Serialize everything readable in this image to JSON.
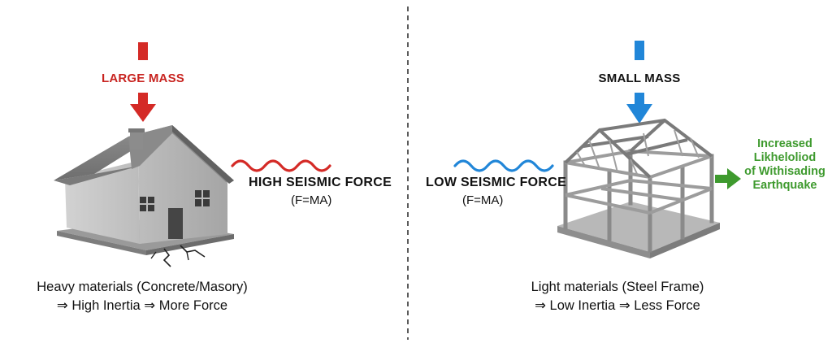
{
  "left": {
    "mass_label": "LARGE MASS",
    "force_title": "HIGH SEISMIC FORCE",
    "force_formula": "(F=MA)",
    "caption_line1": "Heavy materials (Concrete/Masory)",
    "caption_line2": "⇒ High Inertia ⇒ More Force",
    "arrow_color": "#d42a26",
    "wave_color": "#d42a26",
    "icon": "house-icon"
  },
  "right": {
    "mass_label": "SMALL MASS",
    "force_title": "LOW SEISMIC FORCE",
    "force_formula": "(F=MA)",
    "caption_line1": "Light materials (Steel Frame)",
    "caption_line2": "⇒ Low Inertia ⇒ Less Force",
    "arrow_color": "#2186d8",
    "wave_color": "#2186d8",
    "icon": "steel-frame-icon",
    "outcome_lines": [
      "Increased",
      "Likheloliod",
      "of Withisading",
      "Earthquake"
    ],
    "outcome_color": "#3e9a2e"
  }
}
